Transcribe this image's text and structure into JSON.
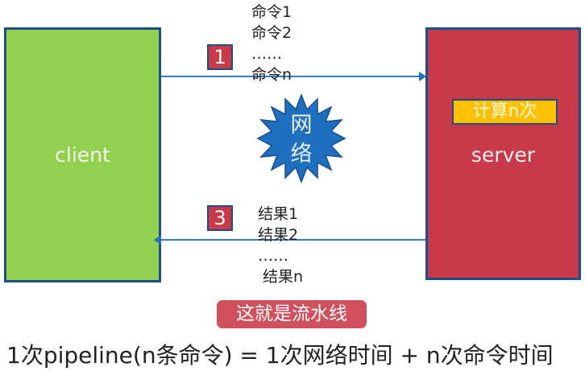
{
  "client": {
    "label": "client",
    "color": "#92d050"
  },
  "server": {
    "label": "server",
    "color": "#c83949",
    "compute_label": "计算n次",
    "compute_color": "#ffc000"
  },
  "request": {
    "step": "1",
    "lines": [
      "命令1",
      "命令2",
      "……",
      "命令n"
    ]
  },
  "network": {
    "line1": "网",
    "line2": "络",
    "color": "#1f6fc0"
  },
  "response": {
    "step": "3",
    "lines": [
      "结果1",
      "结果2",
      "……",
      "结果n"
    ]
  },
  "caption": "这就是流水线",
  "formula": "1次pipeline(n条命令) = 1次网络时间 + n次命令时间"
}
